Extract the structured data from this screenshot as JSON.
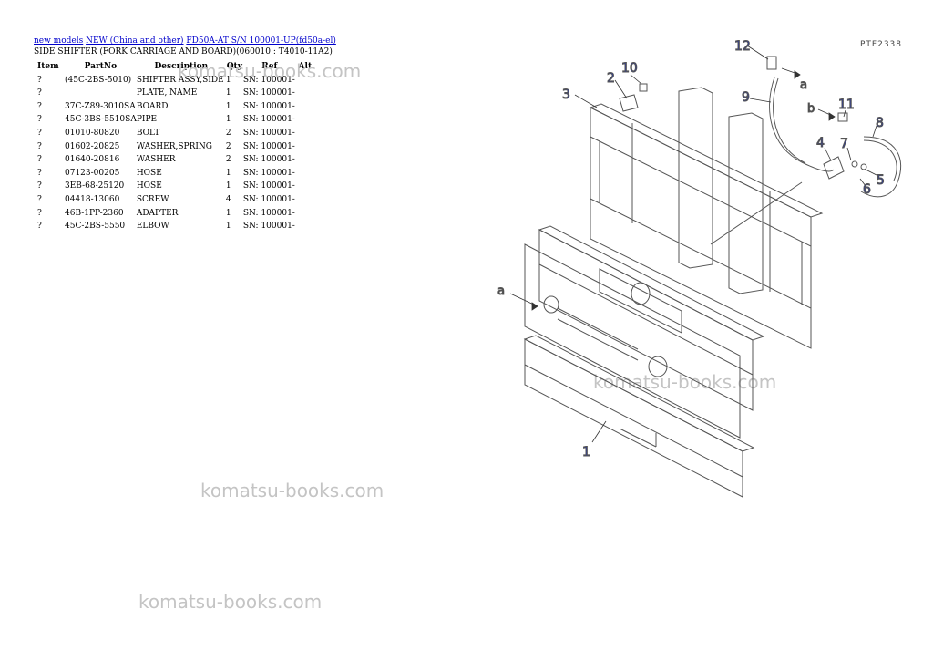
{
  "breadcrumb": {
    "link1": "new models",
    "link2": "NEW (China and other)",
    "link3": "FD50A-AT S/N 100001-UP(fd50a-el)"
  },
  "page_title": "SIDE SHIFTER (FORK CARRIAGE AND BOARD)(060010 : T4010-11A2)",
  "table": {
    "headers": {
      "item": "Item",
      "partno": "PartNo",
      "description": "Description",
      "qty": "Qty",
      "ref": "Ref",
      "alt": "Alt"
    },
    "rows": [
      {
        "item": "?",
        "partno": "(45C-2BS-5010)",
        "description": "SHIFTER ASSY,SIDE",
        "qty": "1",
        "ref": "SN: 100001-"
      },
      {
        "item": "?",
        "partno": "",
        "description": "PLATE, NAME",
        "qty": "1",
        "ref": "SN: 100001-"
      },
      {
        "item": "?",
        "partno": "37C-Z89-3010SA",
        "description": "BOARD",
        "qty": "1",
        "ref": "SN: 100001-"
      },
      {
        "item": "?",
        "partno": "45C-3BS-5510SA",
        "description": "PIPE",
        "qty": "1",
        "ref": "SN: 100001-"
      },
      {
        "item": "?",
        "partno": "01010-80820",
        "description": "BOLT",
        "qty": "2",
        "ref": "SN: 100001-"
      },
      {
        "item": "?",
        "partno": "01602-20825",
        "description": "WASHER,SPRING",
        "qty": "2",
        "ref": "SN: 100001-"
      },
      {
        "item": "?",
        "partno": "01640-20816",
        "description": "WASHER",
        "qty": "2",
        "ref": "SN: 100001-"
      },
      {
        "item": "?",
        "partno": "07123-00205",
        "description": "HOSE",
        "qty": "1",
        "ref": "SN: 100001-"
      },
      {
        "item": "?",
        "partno": "3EB-68-25120",
        "description": "HOSE",
        "qty": "1",
        "ref": "SN: 100001-"
      },
      {
        "item": "?",
        "partno": "04418-13060",
        "description": "SCREW",
        "qty": "4",
        "ref": "SN: 100001-"
      },
      {
        "item": "?",
        "partno": "46B-1PP-2360",
        "description": "ADAPTER",
        "qty": "1",
        "ref": "SN: 100001-"
      },
      {
        "item": "?",
        "partno": "45C-2BS-5550",
        "description": "ELBOW",
        "qty": "1",
        "ref": "SN: 100001-"
      }
    ]
  },
  "watermark": "komatsu-books.com",
  "diagram": {
    "code": "PTF2338",
    "callouts": [
      "1",
      "2",
      "3",
      "4",
      "5",
      "6",
      "7",
      "8",
      "9",
      "10",
      "11",
      "12"
    ],
    "arrow_labels": {
      "a": "a",
      "b": "b"
    }
  }
}
